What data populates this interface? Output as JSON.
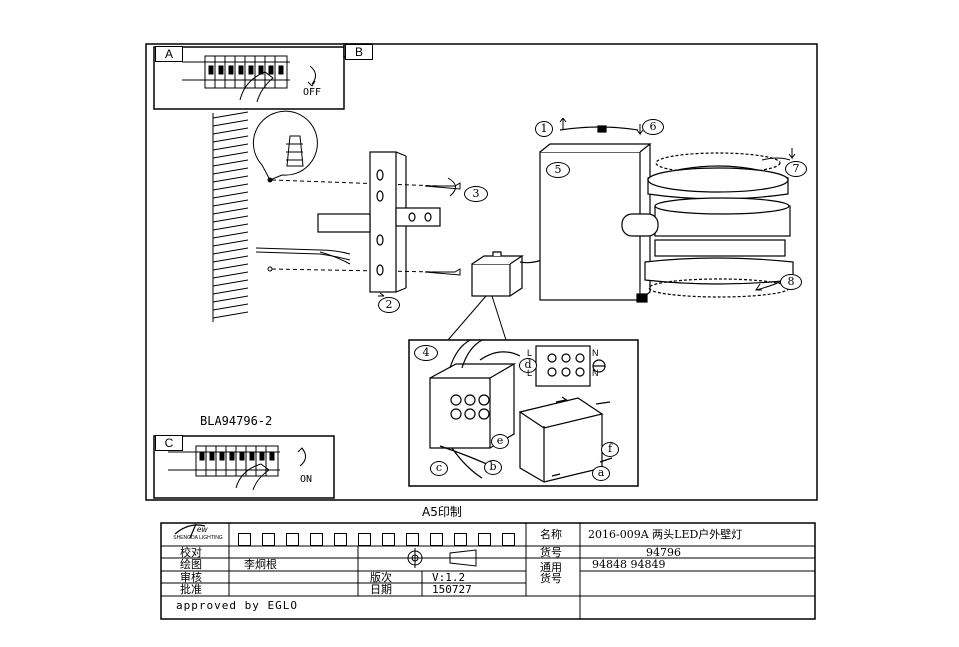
{
  "panels": {
    "a": "A",
    "b": "B",
    "c": "C"
  },
  "switch": {
    "off_label": "OFF",
    "on_label": "ON"
  },
  "model_code": "BLA94796-2",
  "print_note": "A5印制",
  "callouts": {
    "1": "1",
    "2": "2",
    "3": "3",
    "4": "4",
    "5": "5",
    "6": "6",
    "7": "7",
    "8": "8"
  },
  "wiring_letters": {
    "a": "a",
    "b": "b",
    "c": "c",
    "d": "d",
    "e": "e",
    "f": "f"
  },
  "terminals": {
    "l": "L",
    "n": "N"
  },
  "title_block": {
    "logo_text": "SHENGDA LIGHTING",
    "logo_word": "ew",
    "name_label": "名称",
    "name_value": "2016-009A 两头LED户外壁灯",
    "check_label": "校对",
    "draw_label": "绘图",
    "draw_value": "李炯根",
    "review_label": "审核",
    "approve_label": "批准",
    "approved_by": "approved by EGLO",
    "edition_label": "版次",
    "edition_value": "V:1.2",
    "date_label": "日期",
    "date_value": "150727",
    "item_label": "货号",
    "item_value": "94796",
    "common_label_1": "通用",
    "common_label_2": "货号",
    "common_value": "94848 94849"
  }
}
